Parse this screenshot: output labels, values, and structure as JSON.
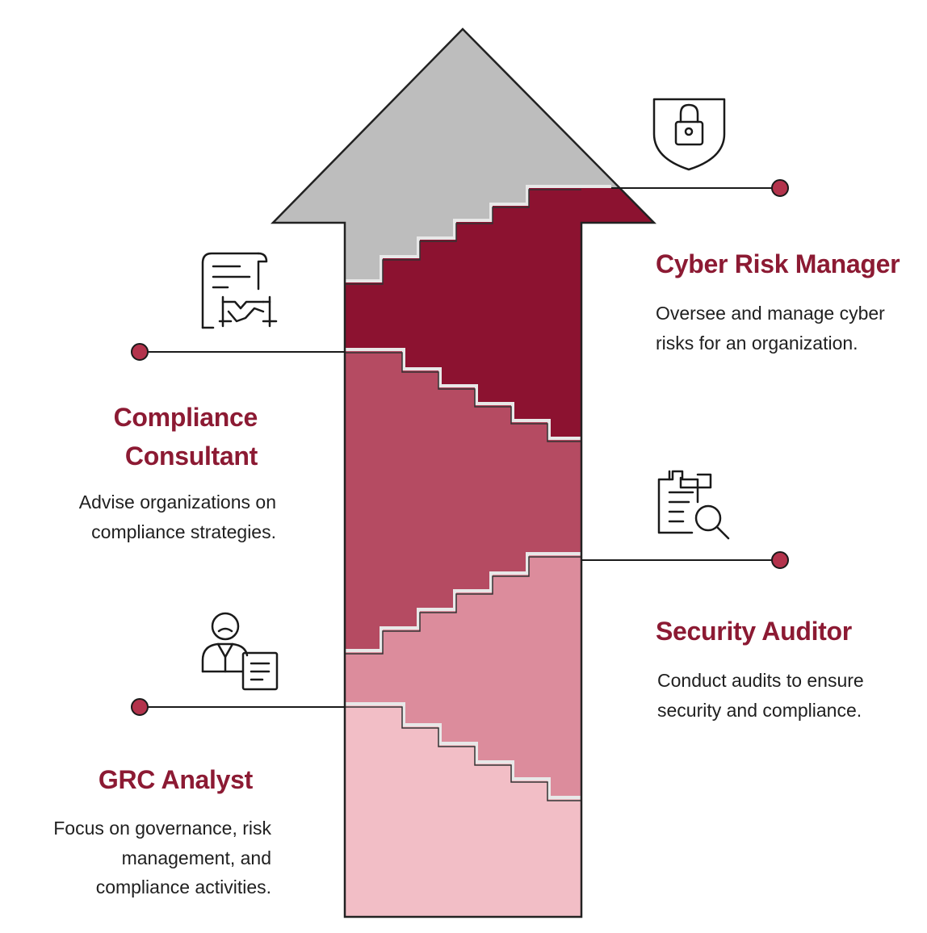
{
  "colors": {
    "arrow_head": "#bdbdbd",
    "level_4": "#8c1230",
    "level_3": "#b54b62",
    "level_2": "#dc8c9c",
    "level_1": "#f2bec6",
    "accent_text": "#8c1a33",
    "dot": "#b3334c",
    "outline": "#222222"
  },
  "roles": [
    {
      "title": "Cyber Risk Manager",
      "desc": [
        "Oversee and manage cyber",
        "risks for an organization."
      ],
      "icon": "shield-lock-icon"
    },
    {
      "title": [
        "Compliance",
        "Consultant"
      ],
      "desc": [
        "Advise organizations on",
        "compliance strategies."
      ],
      "icon": "contract-handshake-icon"
    },
    {
      "title": "Security Auditor",
      "desc": [
        "Conduct audits to ensure",
        "security and compliance."
      ],
      "icon": "clipboard-search-icon"
    },
    {
      "title": "GRC Analyst",
      "desc": [
        "Focus on governance, risk",
        "management, and",
        "compliance activities."
      ],
      "icon": "person-document-icon"
    }
  ]
}
